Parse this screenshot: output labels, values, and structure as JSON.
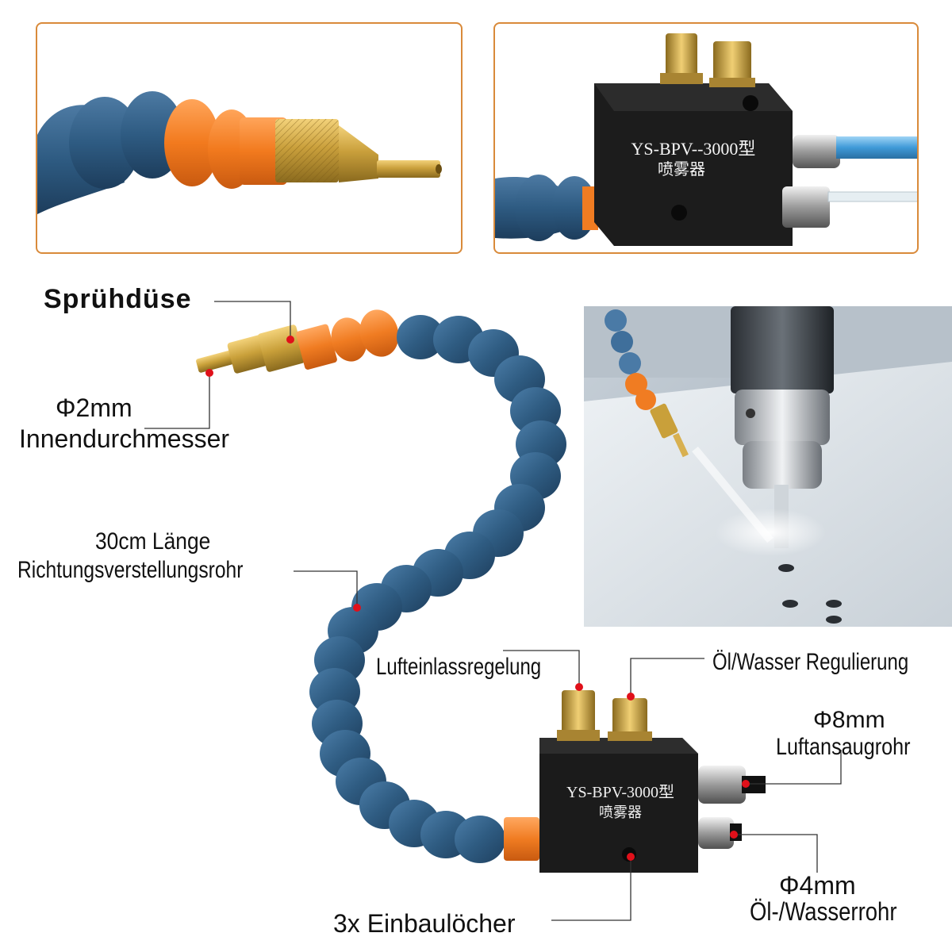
{
  "product_labels": {
    "block_model": "YS-BPV--3000型",
    "block_name": "喷雾器",
    "block_model_main": "YS-BPV-3000型",
    "block_name_main": "喷雾器"
  },
  "callouts": {
    "spray_nozzle": "Sprühdüse",
    "inner_diameter_size": "Φ2mm",
    "inner_diameter_label": "Innendurchmesser",
    "tube_length": "30cm Länge",
    "tube_label": "Richtungsverstellungsrohr",
    "air_inlet_control": "Lufteinlassregelung",
    "oil_water_control": "Öl/Wasser Regulierung",
    "air_tube_size": "Φ8mm",
    "air_tube_label": "Luftansaugrohr",
    "oil_tube_size": "Φ4mm",
    "oil_tube_label": "Öl-/Wasserrohr",
    "mount_holes": "3x Einbaulöcher"
  },
  "colors": {
    "panel_border": "#d98a3a",
    "hose_blue": "#2f5c82",
    "hose_orange": "#f07c22",
    "brass": "#c9a03a",
    "block_black": "#1b1b1b",
    "marker_red": "#e0101a"
  }
}
